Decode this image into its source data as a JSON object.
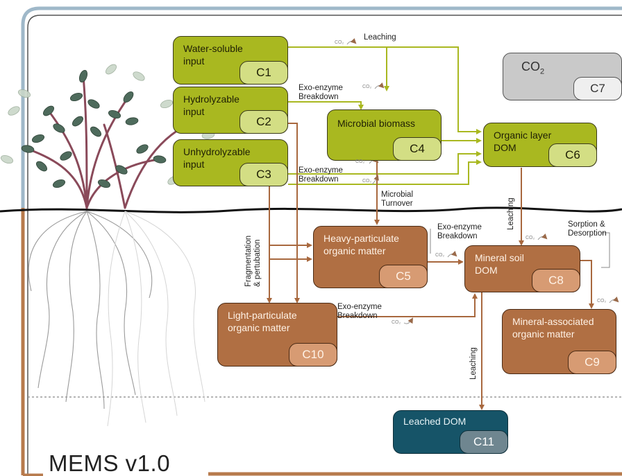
{
  "pools": {
    "c1": {
      "name": "Water-soluble\ninput",
      "code": "C1"
    },
    "c2": {
      "name": "Hydrolyzable\ninput",
      "code": "C2"
    },
    "c3": {
      "name": "Unhydrolyzable\ninput",
      "code": "C3"
    },
    "c4": {
      "name": "Microbial biomass",
      "code": "C4"
    },
    "c5": {
      "name": "Heavy-particulate\norganic matter",
      "code": "C5"
    },
    "c6": {
      "name": "Organic layer\nDOM",
      "code": "C6"
    },
    "c7": {
      "name": "CO",
      "code": "C7"
    },
    "c8": {
      "name": "Mineral soil\nDOM",
      "code": "C8"
    },
    "c9": {
      "name": "Mineral-associated\norganic matter",
      "code": "C9"
    },
    "c10": {
      "name": "Light-particulate\norganic matter",
      "code": "C10"
    },
    "c11": {
      "name": "Leached DOM",
      "code": "C11"
    }
  },
  "labels": {
    "leaching_top": "Leaching",
    "exo1": "Exo-enzyme\nBreakdown",
    "exo2": "Exo-enzyme\nBreakdown",
    "exo3": "Exo-enzyme\nBreakdown",
    "exo4": "Exo-enzyme\nBreakdown",
    "microbial_turnover": "Microbial\nTurnover",
    "fragmentation": "Fragmentation\n& pertubation",
    "leaching_c6": "Leaching",
    "leaching_c8": "Leaching",
    "sorption": "Sorption &\nDesorption",
    "co2_small": "CO₂"
  },
  "co2_subscript": "2",
  "title": "MEMS v1.0",
  "colors": {
    "green_pool": "#a9b820",
    "brown_pool": "#b06f43",
    "grey_pool": "#c9c9c9",
    "teal_pool": "#165468",
    "green_arrow": "#a9b820",
    "brown_arrow": "#a8683e",
    "frame": "#9fb8c9"
  }
}
